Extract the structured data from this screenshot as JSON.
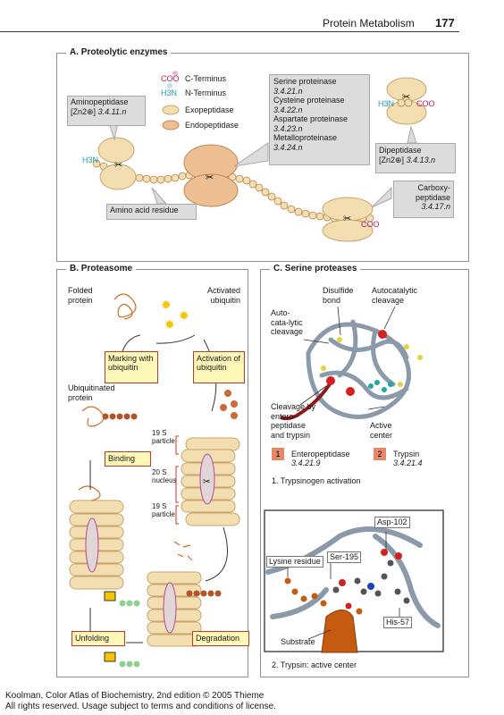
{
  "header": {
    "title": "Protein Metabolism",
    "page": "177"
  },
  "panelA": {
    "title": "A. Proteolytic enzymes",
    "legend": {
      "coo": "COO",
      "c_terminus": "C-Terminus",
      "h3n": "H3N",
      "n_terminus": "N-Terminus",
      "exopeptidase": "Exopeptidase",
      "endopeptidase": "Endopeptidase"
    },
    "aminopeptidase": {
      "name": "Aminopeptidase",
      "cofactor": "[Zn2⊕]",
      "ec": "3.4.11.n"
    },
    "serine_box": [
      {
        "name": "Serine proteinase",
        "ec": "3.4.21.n"
      },
      {
        "name": "Cysteine proteinase",
        "ec": "3.4.22.n"
      },
      {
        "name": "Aspartate proteinase",
        "ec": "3.4.23.n"
      },
      {
        "name": "Metalloproteinase",
        "ec": "3.4.24.n"
      }
    ],
    "dipeptidase": {
      "name": "Dipeptidase",
      "cofactor": "[Zn2⊕]",
      "ec": "3.4.13.n"
    },
    "carboxypeptidase": {
      "name1": "Carboxy-",
      "name2": "peptidase",
      "ec": "3.4.17.n"
    },
    "amino_acid_residue": "Amino acid residue",
    "left_h3n": "H3N",
    "right_coo": "COO",
    "dip_h3n": "H3N",
    "dip_coo": "COO"
  },
  "panelB": {
    "title": "B. Proteasome",
    "folded_protein": "Folded protein",
    "activated_ubiquitin": "Activated ubiquitin",
    "marking": "Marking with ubiquitin",
    "activation": "Activation of ubiquitin",
    "ubiquitinated_protein": "Ubiquitinated protein",
    "binding": "Binding",
    "s19_top": "19 S particle",
    "s20": "20 S nucleus",
    "s19_bottom": "19 S particle",
    "unfolding": "Unfolding",
    "degradation": "Degradation"
  },
  "panelC": {
    "title": "C. Serine proteases",
    "disulfide": "Disulfide bond",
    "autocat_right": "Autocatalytic cleavage",
    "autocat_left": "Auto-cata-lytic cleavage",
    "cleavage_entero": "Cleavage by entero-peptidase and trypsin",
    "active_center": "Active center",
    "enzyme1": {
      "num": "1",
      "name": "Enteropeptidase",
      "ec": "3.4.21.9"
    },
    "enzyme2": {
      "num": "2",
      "name": "Trypsin",
      "ec": "3.4.21.4"
    },
    "caption1": "1. Trypsinogen activation",
    "asp102": "Asp-102",
    "lysine_residue": "Lysine residue",
    "ser195": "Ser-195",
    "his57": "His-57",
    "substrate": "Substrate",
    "caption2": "2. Trypsin: active center"
  },
  "footer": {
    "line1": "Koolman, Color Atlas of Biochemistry, 2nd edition © 2005 Thieme",
    "line2": "All rights reserved. Usage subject to terms and conditions of license."
  }
}
